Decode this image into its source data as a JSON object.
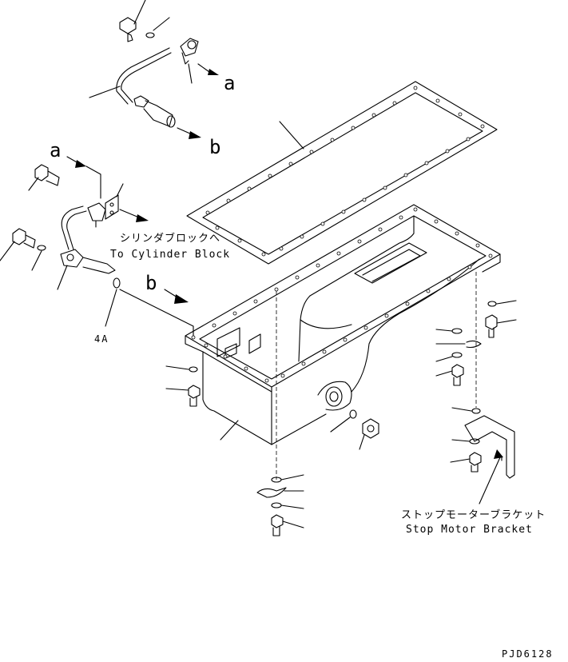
{
  "labels": {
    "ref_a_upper": "a",
    "ref_b_upper": "b",
    "ref_a_lower": "a",
    "ref_b_lower": "b",
    "cylinder_block_jp": "シリンダブロックへ",
    "cylinder_block_en": "To Cylinder Block",
    "part_4a": "4A",
    "stop_motor_bracket_jp": "ストップモーターブラケット",
    "stop_motor_bracket_en": "Stop Motor Bracket",
    "drawing_number": "PJD6128"
  }
}
